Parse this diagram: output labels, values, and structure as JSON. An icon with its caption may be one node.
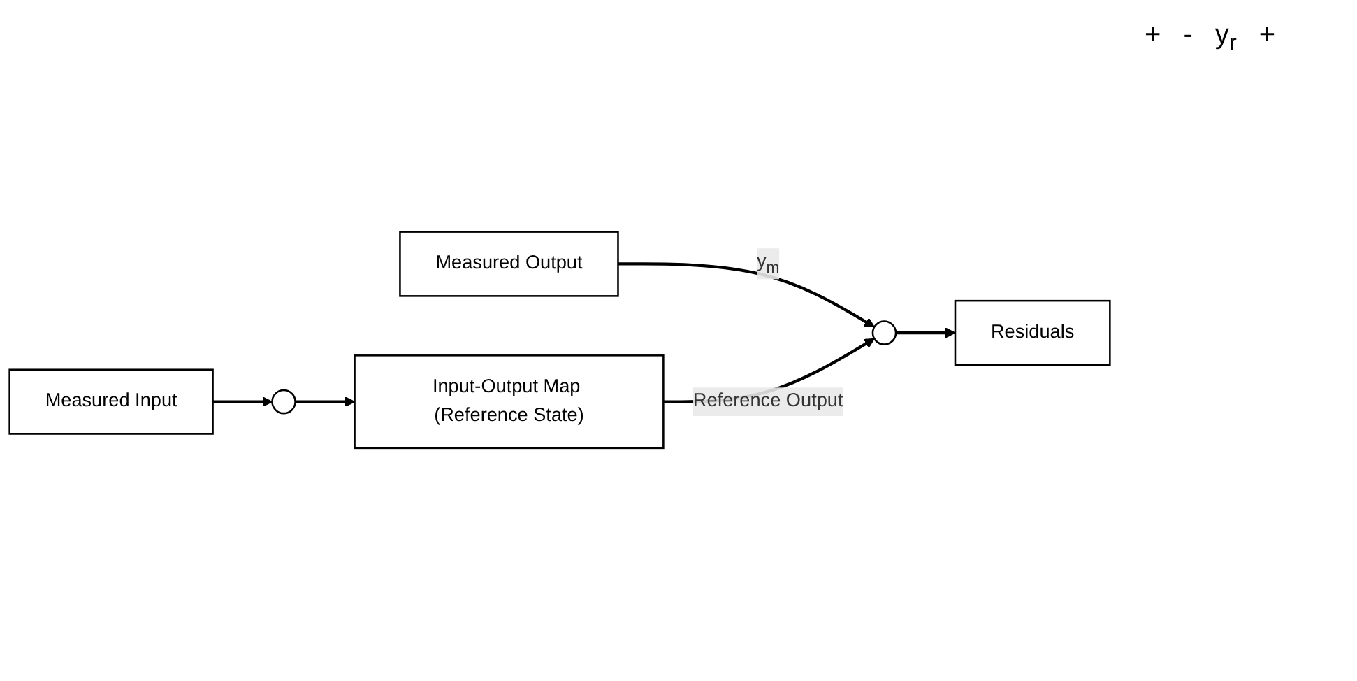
{
  "diagram": {
    "nodes": [
      {
        "text": [
          "Measured Output"
        ]
      },
      {
        "text": [
          "Measured Input"
        ]
      },
      {
        "text": [],
        "shape": "circle"
      },
      {
        "text": [
          "Input-Output Map (Reference State)"
        ]
      },
      {
        "text": [],
        "shape": "circle"
      },
      {
        "text": [
          "Residuals"
        ]
      }
    ],
    "edges": [
      {
        "from": 0,
        "to": 4,
        "arrow": "to",
        "label": "y$_{m}$"
      },
      {
        "from": 1,
        "to": 2,
        "arrow": "to"
      },
      {
        "from": 2,
        "to": 3,
        "arrow": "to"
      },
      {
        "from": 3,
        "to": 4,
        "arrow": "to",
        "label": "Reference Output"
      },
      {
        "from": 4,
        "to": 5,
        "arrow": "to"
      }
    ],
    "labels": [
      "+",
      "-",
      "y$_{r}$",
      "+"
    ]
  }
}
